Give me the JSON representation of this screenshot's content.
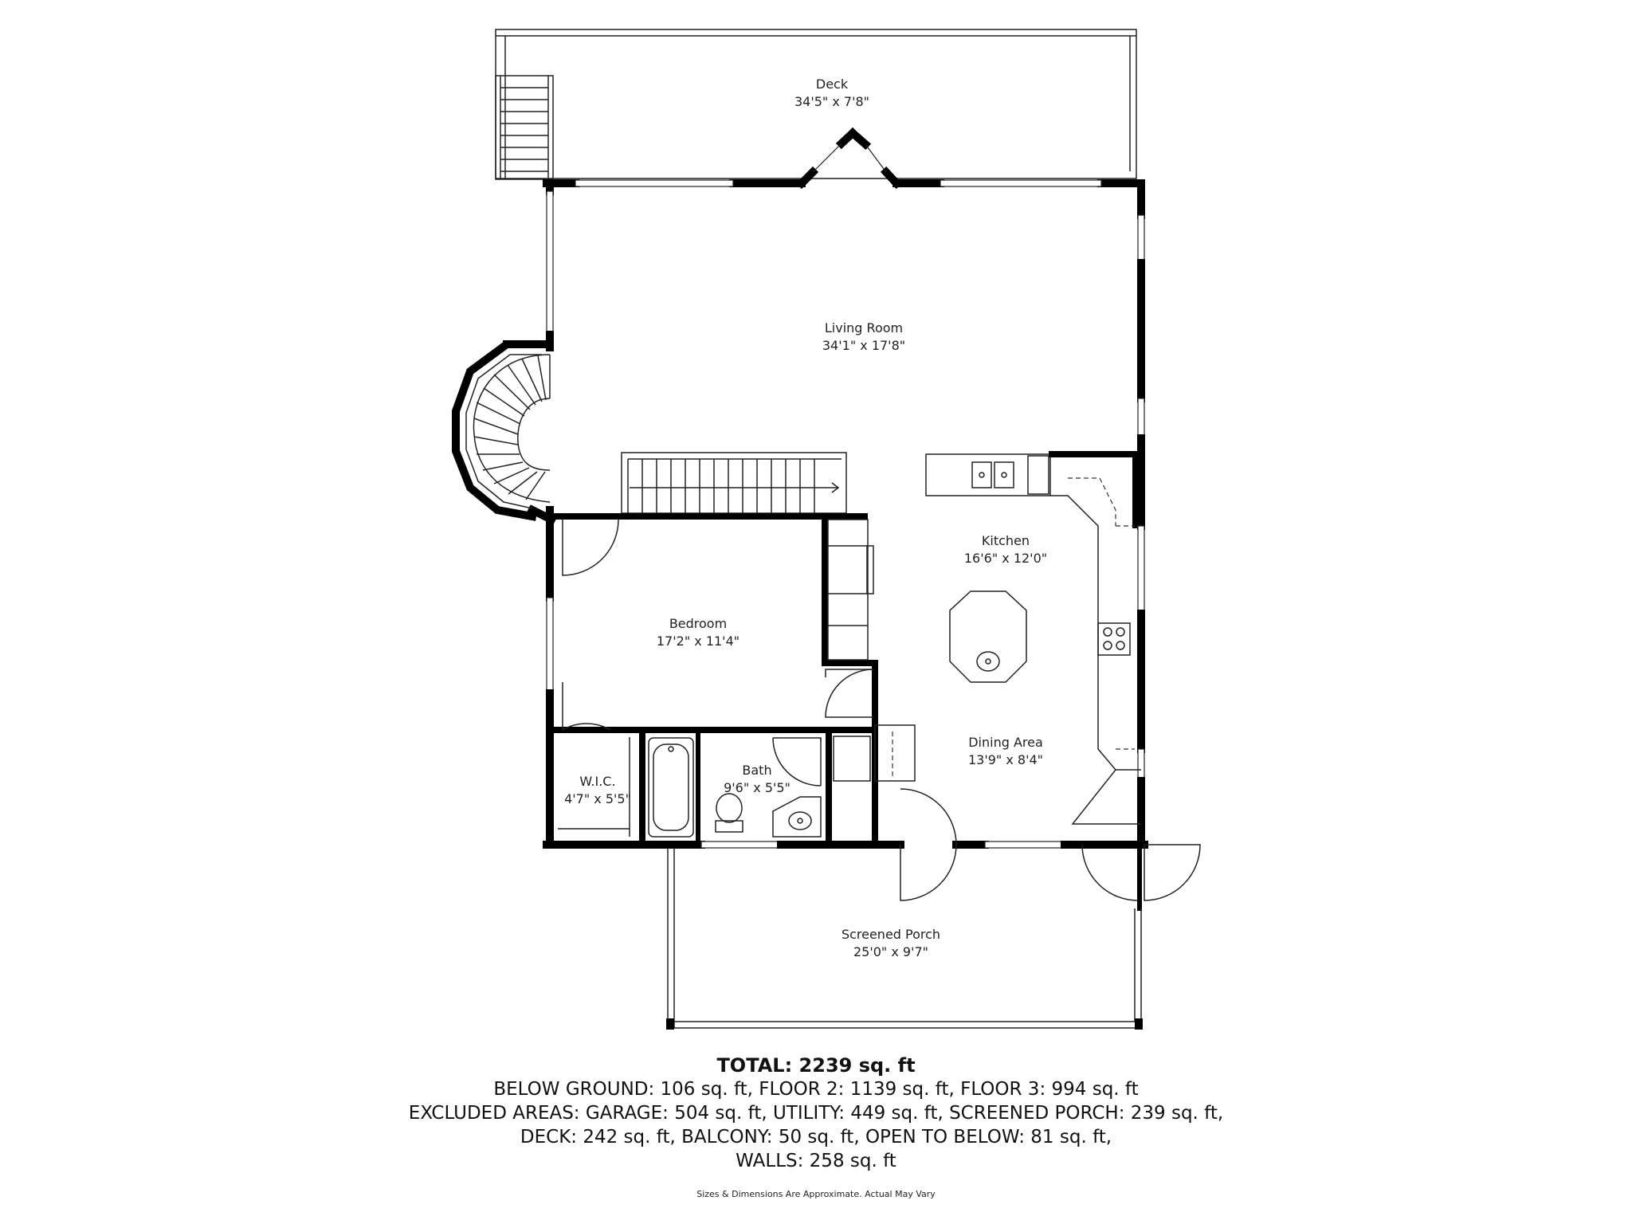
{
  "rooms": {
    "deck": {
      "name": "Deck",
      "dims": "34'5\" x 7'8\""
    },
    "living_room": {
      "name": "Living Room",
      "dims": "34'1\" x 17'8\""
    },
    "kitchen": {
      "name": "Kitchen",
      "dims": "16'6\" x 12'0\""
    },
    "bedroom": {
      "name": "Bedroom",
      "dims": "17'2\" x 11'4\""
    },
    "dining_area": {
      "name": "Dining Area",
      "dims": "13'9\" x 8'4\""
    },
    "wic": {
      "name": "W.I.C.",
      "dims": "4'7\" x 5'5\""
    },
    "bath": {
      "name": "Bath",
      "dims": "9'6\" x 5'5\""
    },
    "screened_porch": {
      "name": "Screened Porch",
      "dims": "25'0\" x 9'7\""
    }
  },
  "summary": {
    "total": "TOTAL: 2239 sq. ft",
    "line1": "BELOW GROUND: 106 sq. ft, FLOOR 2: 1139 sq. ft, FLOOR 3: 994 sq. ft",
    "line2": "EXCLUDED AREAS: GARAGE: 504 sq. ft, UTILITY: 449 sq. ft, SCREENED PORCH: 239 sq. ft,",
    "line3": "DECK: 242 sq. ft, BALCONY: 50 sq. ft, OPEN TO BELOW: 81 sq. ft,",
    "line4": "WALLS: 258 sq. ft"
  },
  "disclaimer": "Sizes & Dimensions Are Approximate. Actual May Vary"
}
